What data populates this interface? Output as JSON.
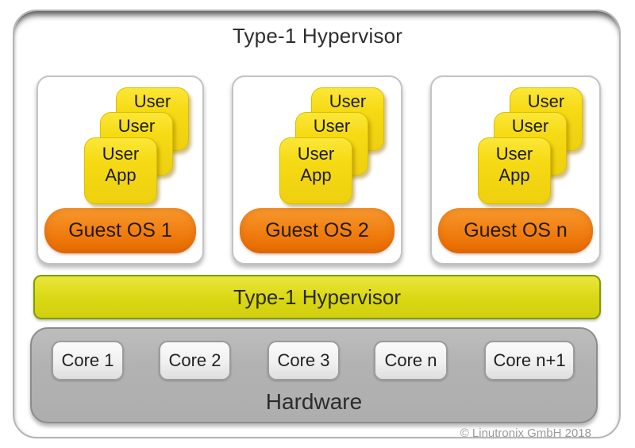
{
  "title": "Type-1 Hypervisor",
  "guest_panels": [
    {
      "cards": {
        "back": "User",
        "mid": "User",
        "front_line1": "User",
        "front_line2": "App"
      },
      "os_label": "Guest OS 1"
    },
    {
      "cards": {
        "back": "User",
        "mid": "User",
        "front_line1": "User",
        "front_line2": "App"
      },
      "os_label": "Guest OS 2"
    },
    {
      "cards": {
        "back": "User",
        "mid": "User",
        "front_line1": "User",
        "front_line2": "App"
      },
      "os_label": "Guest OS n"
    }
  ],
  "hypervisor_bar": {
    "label": "Type-1 Hypervisor"
  },
  "hardware": {
    "label": "Hardware",
    "cores": [
      "Core 1",
      "Core 2",
      "Core 3",
      "Core n",
      "Core n+1"
    ]
  },
  "footer": {
    "copyright": "© Linutronix GmbH 2018"
  },
  "colors": {
    "card_yellow": "#f6da14",
    "guest_os_orange": "#f28418",
    "hypervisor_green": "#dad713",
    "hardware_gray": "#b2b2b2"
  }
}
